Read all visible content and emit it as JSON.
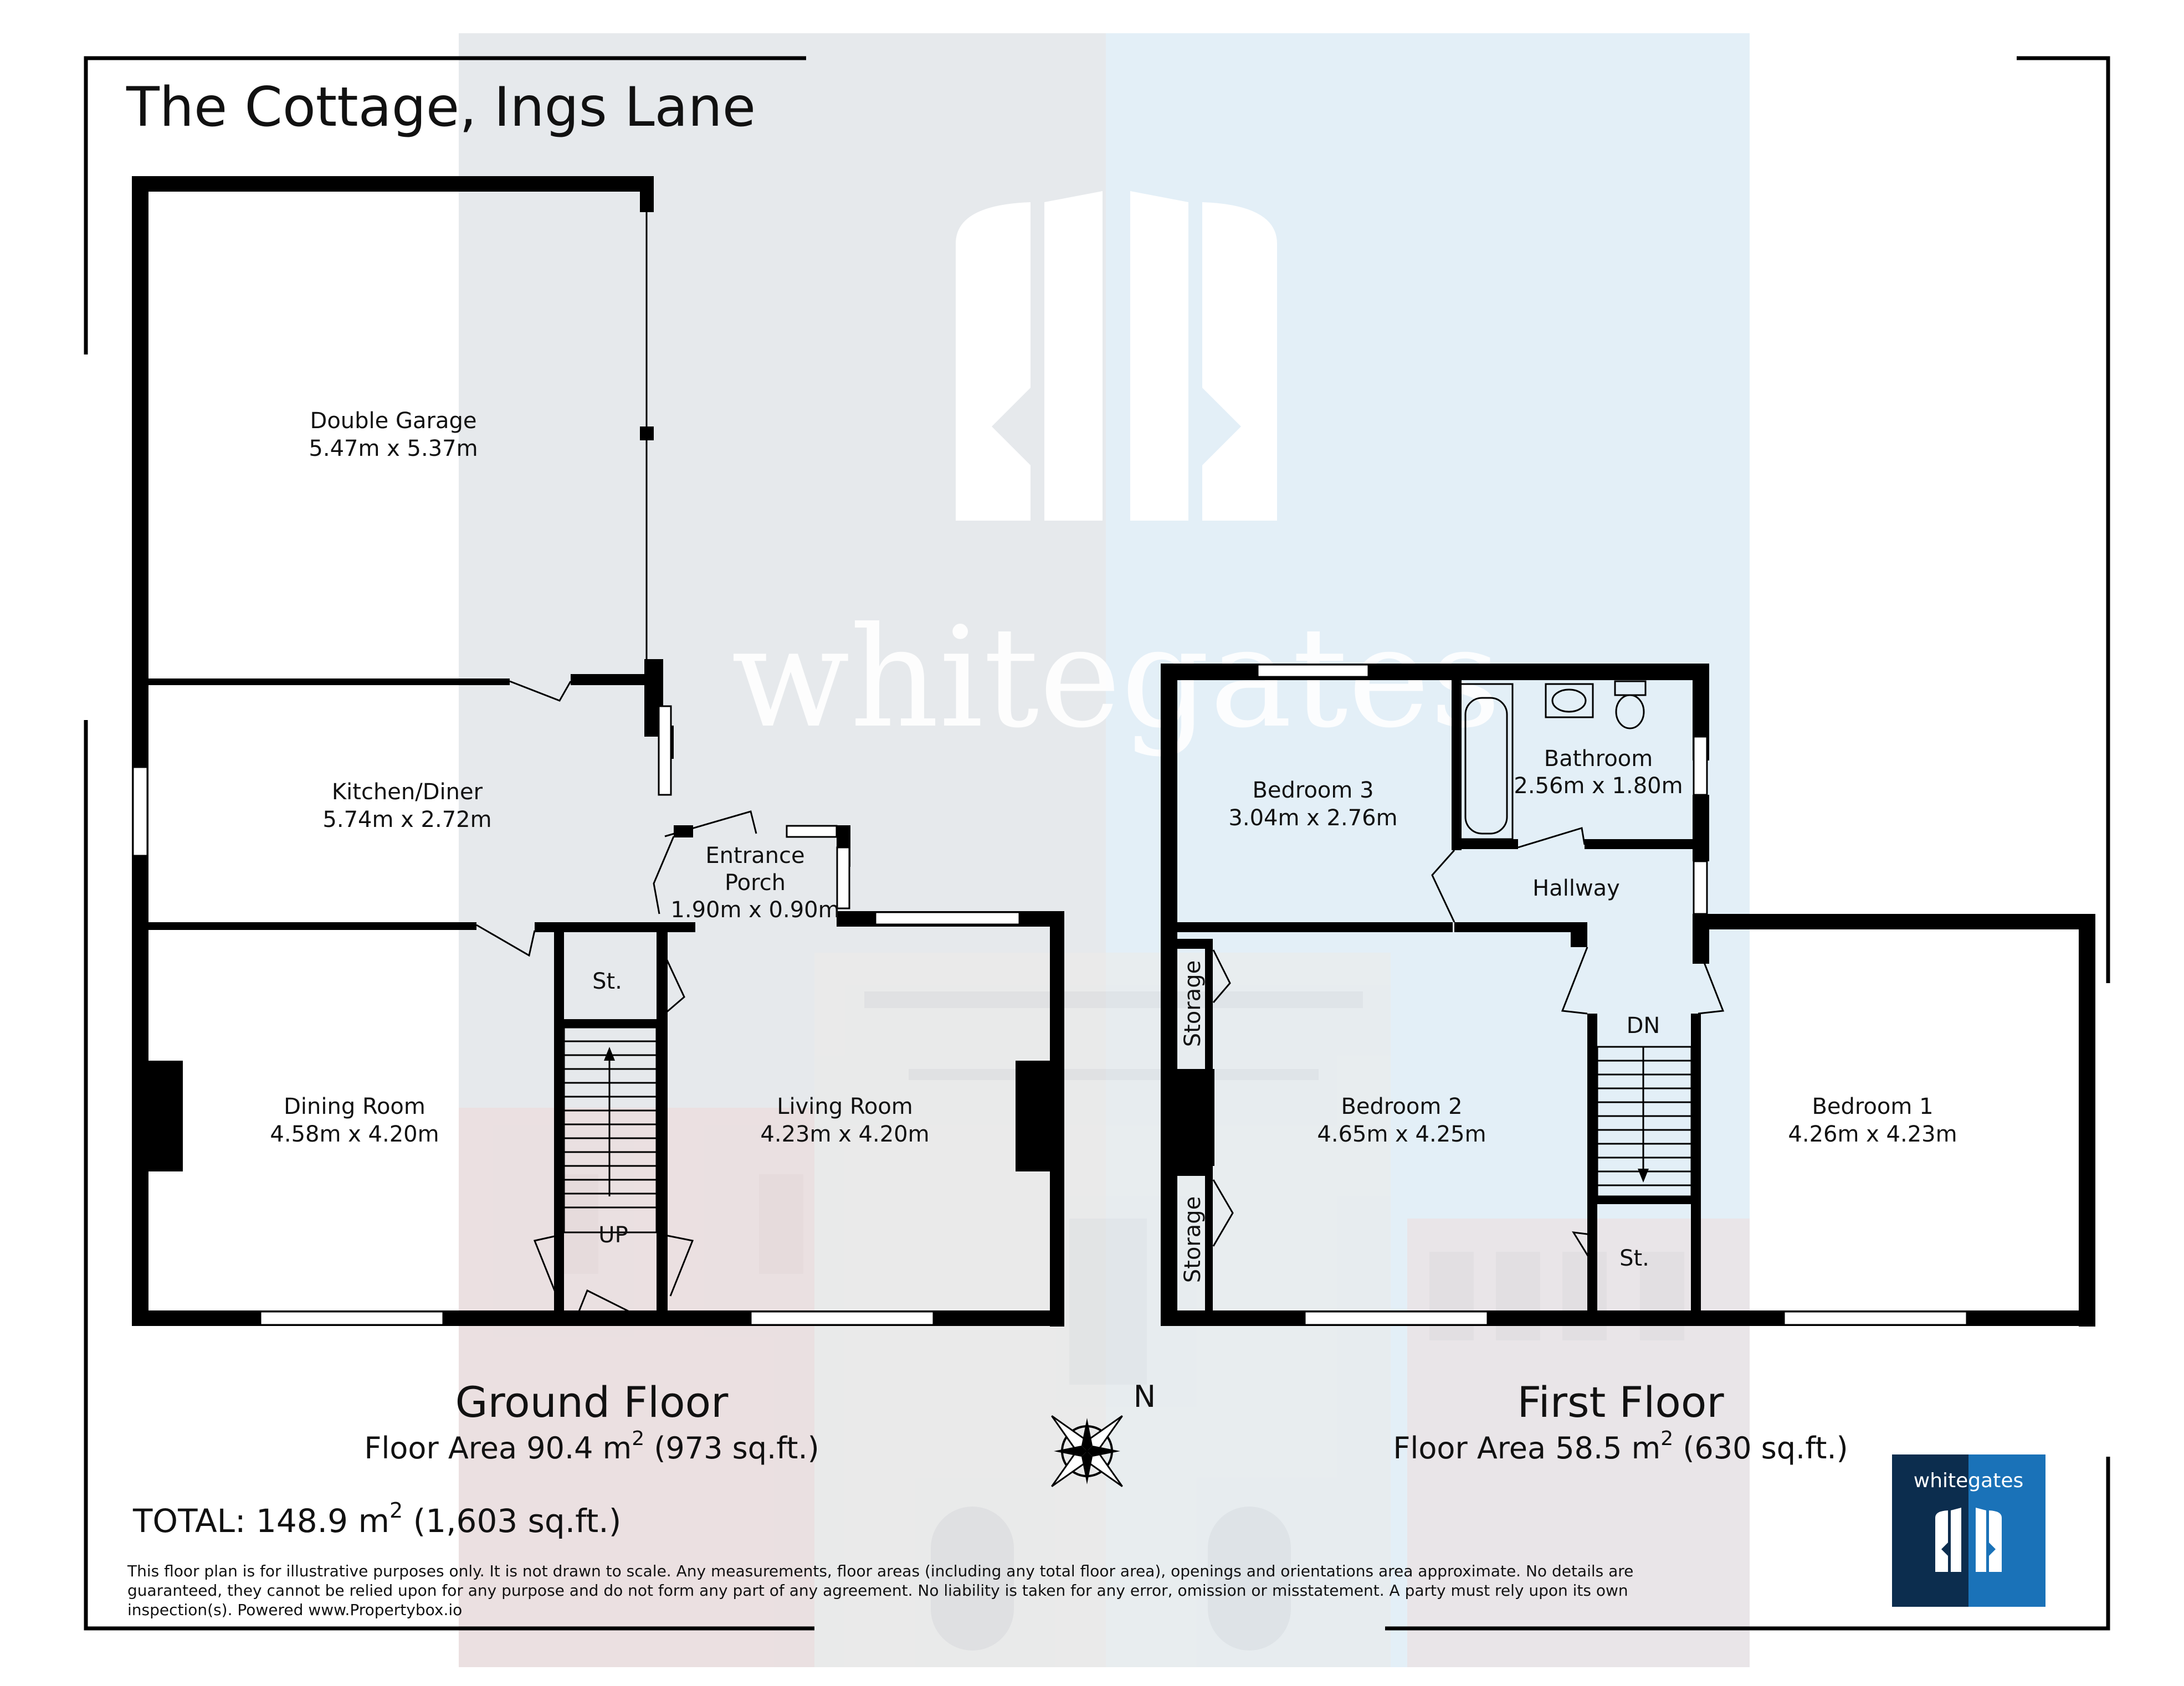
{
  "title": "The Cottage, Ings Lane",
  "ground_floor": {
    "title": "Ground Floor",
    "area_prefix": "Floor Area 90.4 m",
    "area_sup": "2",
    "area_suffix": " (973 sq.ft.)",
    "rooms": [
      {
        "name": "Double Garage",
        "dims": "5.47m x 5.37m"
      },
      {
        "name": "Kitchen/Diner",
        "dims": "5.74m x 2.72m"
      },
      {
        "name": "Entrance",
        "name2": "Porch",
        "dims": "1.90m x 0.90m"
      },
      {
        "name": "Dining Room",
        "dims": "4.58m x 4.20m"
      },
      {
        "name": "Living Room",
        "dims": "4.23m x 4.20m"
      }
    ],
    "store_label": "St.",
    "stairs_label": "UP"
  },
  "first_floor": {
    "title": "First Floor",
    "area_prefix": "Floor Area 58.5 m",
    "area_sup": "2",
    "area_suffix": " (630 sq.ft.)",
    "rooms": [
      {
        "name": "Bedroom 3",
        "dims": "3.04m x 2.76m"
      },
      {
        "name": "Bathroom",
        "dims": "2.56m x 1.80m"
      },
      {
        "name": "Hallway"
      },
      {
        "name": "Bedroom 2",
        "dims": "4.65m x 4.25m"
      },
      {
        "name": "Bedroom 1",
        "dims": "4.26m x 4.23m"
      }
    ],
    "storage_label": "Storage",
    "store_label": "St.",
    "stairs_label": "DN"
  },
  "compass_label": "N",
  "total": {
    "prefix": "TOTAL: 148.9 m",
    "sup": "2",
    "suffix": " (1,603 sq.ft.)"
  },
  "disclaimer_lines": [
    "This floor plan is for illustrative purposes only. It is not drawn to scale. Any measurements, floor areas (including any total floor area), openings and orientations area approximate. No details are",
    "guaranteed, they cannot be relied upon for any purpose and do not form any part of any agreement. No liability is taken for any error, omission or misstatement. A party must rely upon its own",
    "inspection(s). Powered www.Propertybox.io"
  ],
  "watermark_text": "whitegates",
  "logo": {
    "text": "whitegates",
    "color_dark": "#0c2d4e",
    "color_light": "#1a72b8"
  },
  "colors": {
    "watermark_grey": "#e6e9ec",
    "watermark_blue": "#e3eff7",
    "walls": "#000000"
  }
}
